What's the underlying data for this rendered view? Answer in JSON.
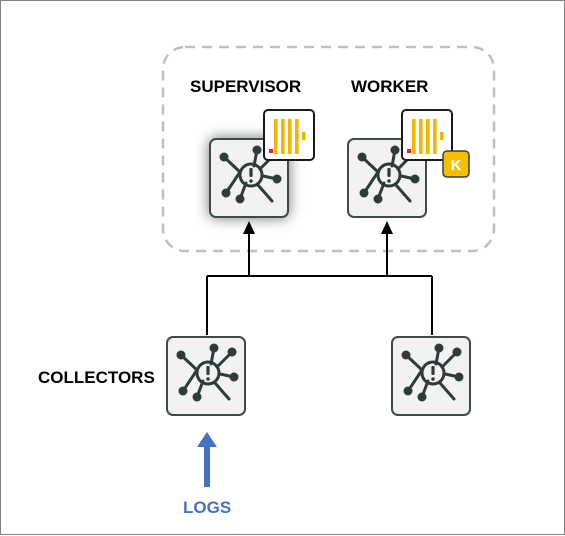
{
  "labels": {
    "supervisor": "SUPERVISOR",
    "worker": "WORKER",
    "collectors": "COLLECTORS",
    "logs": "LOGS",
    "worker_badge": "K"
  },
  "colors": {
    "frame_border": "#7f7f7f",
    "cluster_dash": "#bfbfbf",
    "node_fill": "#f2f2f2",
    "node_stroke": "#3f4a4a",
    "icon_dark": "#2e3b3b",
    "db_stripe": "#f4b400",
    "db_dot": "#e8212d",
    "badge_fill": "#f6c000",
    "logs_blue": "#4472c4",
    "text": "#000000"
  },
  "icons": {
    "node_icon": "network-alert-search-icon",
    "db_icon": "database-stripes-icon",
    "worker_badge_icon": "k-badge-icon"
  }
}
